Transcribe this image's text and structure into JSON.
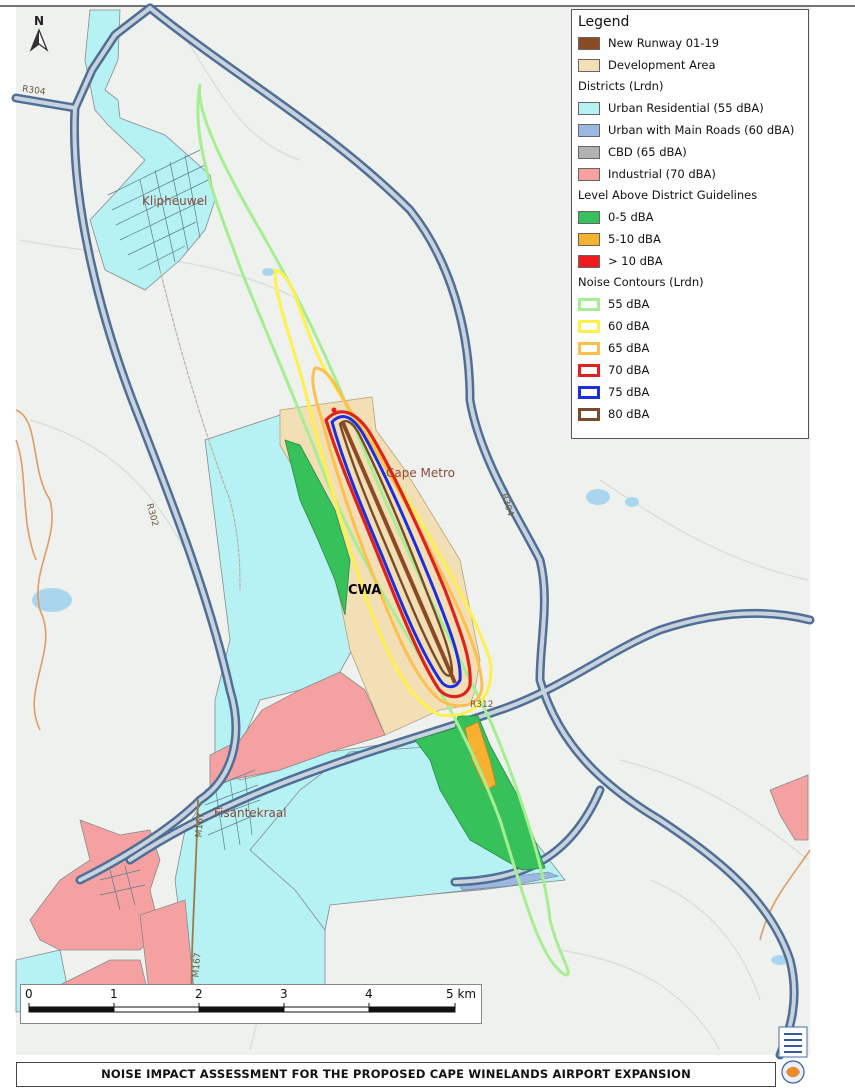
{
  "map": {
    "place_labels": {
      "klipheuwel": "Klipheuwel",
      "cape_metro": "Cape Metro",
      "cwa": "CWA",
      "fisantekraal": "Fisantekraal"
    },
    "road_labels": {
      "r304_nw": "R304",
      "r302": "R302",
      "r304_e": "R304",
      "r312": "R312",
      "m167_upper": "M167",
      "m167_lower": "M167"
    },
    "north_arrow": "N"
  },
  "legend": {
    "title": "Legend",
    "top_items": [
      {
        "label": "New Runway 01-19",
        "color": "#8b4a24",
        "style": "fill"
      },
      {
        "label": "Development Area",
        "color": "#f3dfb6",
        "style": "fill"
      }
    ],
    "districts_heading": "Districts (Lrdn)",
    "district_items": [
      {
        "label": "Urban Residential (55 dBA)",
        "color": "#b6f2f4",
        "style": "fill"
      },
      {
        "label": "Urban with Main Roads (60 dBA)",
        "color": "#9db8e0",
        "style": "fill"
      },
      {
        "label": "CBD (65 dBA)",
        "color": "#b2b2b2",
        "style": "fill"
      },
      {
        "label": "Industrial (70 dBA)",
        "color": "#f5a1a1",
        "style": "fill"
      }
    ],
    "level_heading": "Level Above District Guidelines",
    "level_items": [
      {
        "label": "0-5 dBA",
        "color": "#36c15a",
        "style": "fill"
      },
      {
        "label": "5-10 dBA",
        "color": "#f7b130",
        "style": "fill"
      },
      {
        "label": "> 10 dBA",
        "color": "#ee1c1c",
        "style": "fill"
      }
    ],
    "contours_heading": "Noise Contours (Lrdn)",
    "contour_items": [
      {
        "label": "55 dBA",
        "color": "#a5ef92",
        "style": "ring"
      },
      {
        "label": "60 dBA",
        "color": "#fff04a",
        "style": "ring"
      },
      {
        "label": "65 dBA",
        "color": "#ffbf4d",
        "style": "ring"
      },
      {
        "label": "70 dBA",
        "color": "#e0211d",
        "style": "ring"
      },
      {
        "label": "75 dBA",
        "color": "#1b2fe0",
        "style": "ring"
      },
      {
        "label": "80 dBA",
        "color": "#7a4a2c",
        "style": "ring"
      }
    ]
  },
  "scalebar": {
    "ticks": [
      "0",
      "1",
      "2",
      "3",
      "4",
      "5 km"
    ]
  },
  "footer": {
    "title": "NOISE IMPACT ASSESSMENT FOR THE PROPOSED CAPE WINELANDS AIRPORT EXPANSION"
  },
  "colors": {
    "map_background": "#eef1ee",
    "road_casing": "#4f6f96",
    "road_fill": "#c9d3de",
    "water": "#a9d6ee",
    "municipal_boundary": "#e29b62"
  }
}
